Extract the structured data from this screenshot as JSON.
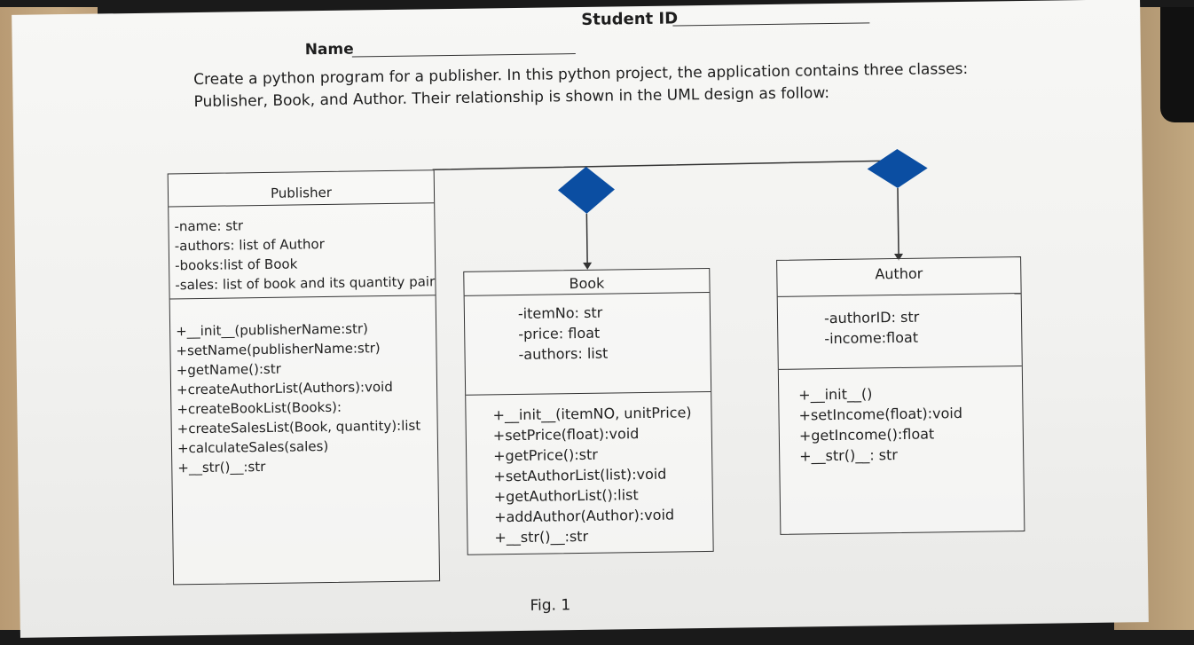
{
  "header": {
    "name_label": "Name",
    "student_id_label": "Student ID",
    "instructions_line1": "Create a python program for a publisher. In this python project, the application contains three classes:",
    "instructions_line2": "Publisher, Book, and Author. Their relationship is shown in the UML design as follow:"
  },
  "uml": {
    "publisher": {
      "title": "Publisher",
      "attributes": [
        "-name: str",
        "-authors: list of Author",
        "-books:list of Book",
        "-sales: list of book and its quantity pair"
      ],
      "operations": [
        "+__init__(publisherName:str)",
        "+setName(publisherName:str)",
        "+getName():str",
        "+createAuthorList(Authors):void",
        "+createBookList(Books):",
        "+createSalesList(Book, quantity):list",
        "+calculateSales(sales)",
        "+__str()__:str"
      ]
    },
    "book": {
      "title": "Book",
      "attributes": [
        "-itemNo: str",
        "-price: float",
        "-authors: list"
      ],
      "operations": [
        "+__init__(itemNO, unitPrice)",
        "+setPrice(float):void",
        "+getPrice():str",
        "+setAuthorList(list):void",
        "+getAuthorList():list",
        "+addAuthor(Author):void",
        "+__str()__:str"
      ]
    },
    "author": {
      "title": "Author",
      "attributes": [
        "-authorID: str",
        "-income:float"
      ],
      "operations": [
        "+__init__()",
        "+setIncome(float):void",
        "+getIncome():float",
        "+__str()__: str"
      ]
    },
    "relationships": [
      {
        "type": "composition",
        "whole": "Publisher",
        "part": "Book"
      },
      {
        "type": "composition",
        "whole": "Publisher",
        "part": "Author"
      }
    ],
    "diamond_color": "#0b4ea2"
  },
  "caption": "Fig. 1"
}
